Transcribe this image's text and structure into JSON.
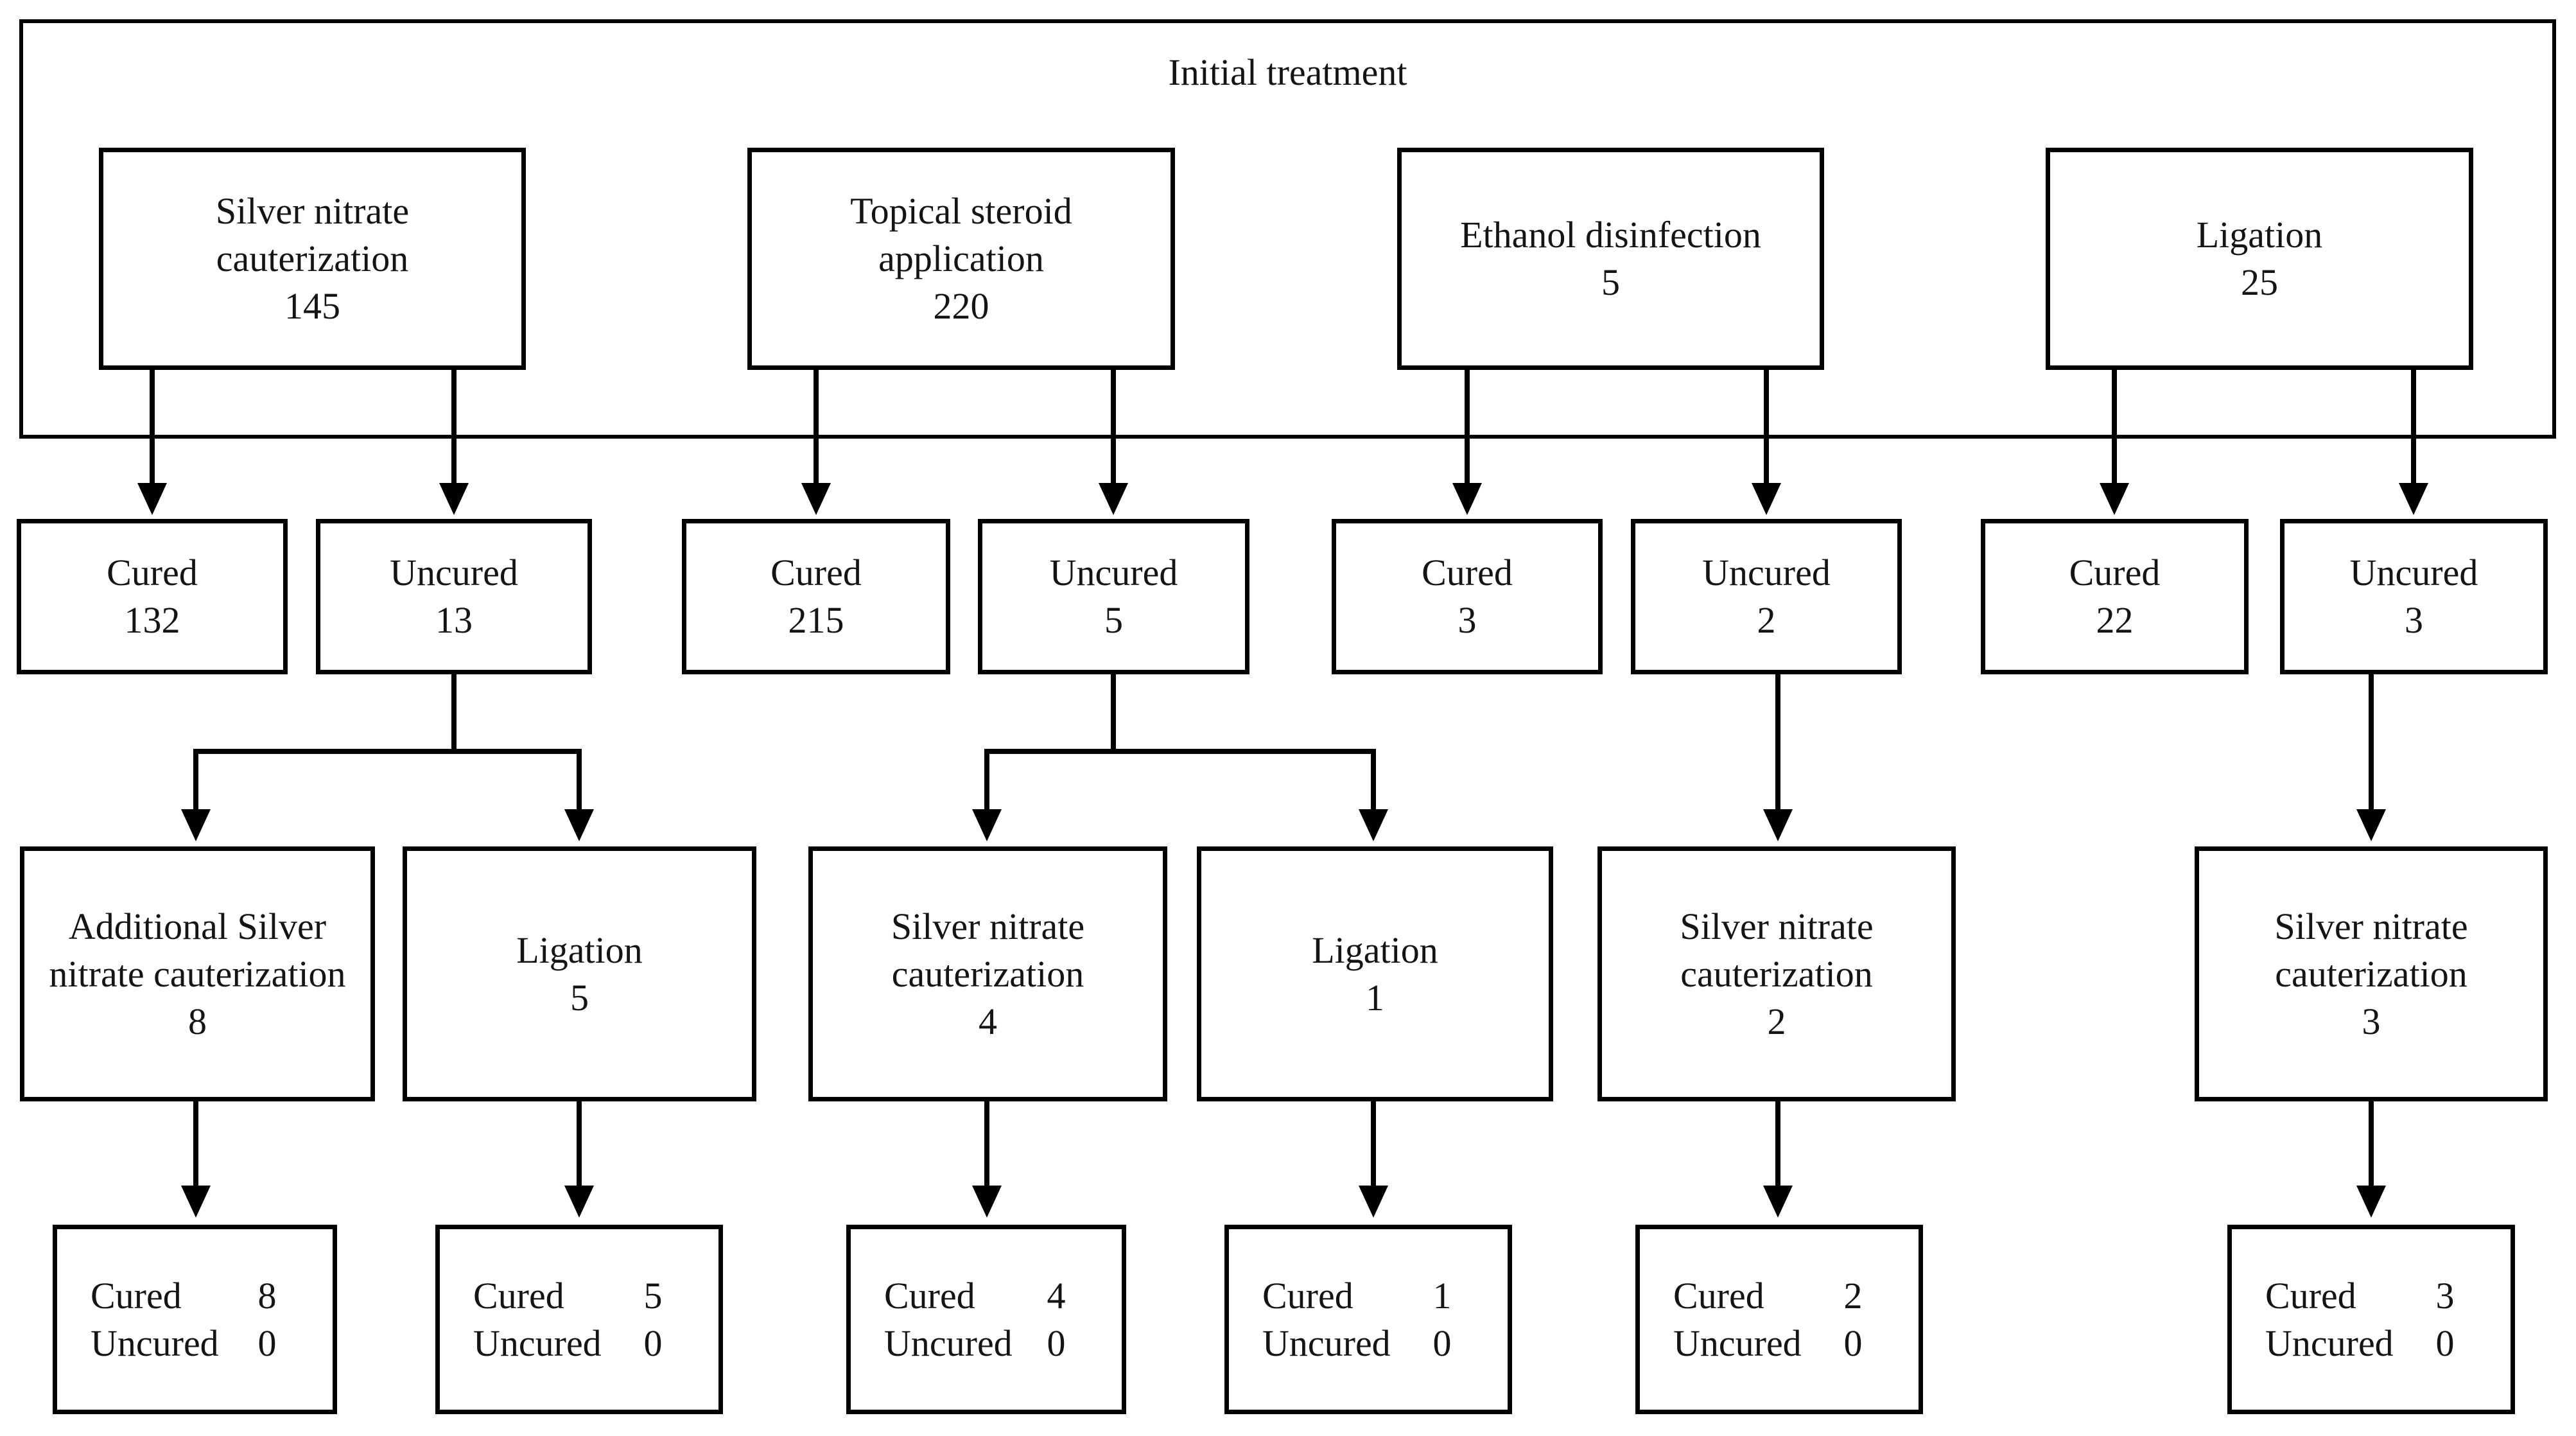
{
  "title": "Initial treatment",
  "level1": [
    {
      "label": "Silver nitrate cauterization",
      "count": "145"
    },
    {
      "label": "Topical steroid application",
      "count": "220"
    },
    {
      "label": "Ethanol disinfection",
      "count": "5"
    },
    {
      "label": "Ligation",
      "count": "25"
    }
  ],
  "level2": [
    {
      "label": "Cured",
      "count": "132"
    },
    {
      "label": "Uncured",
      "count": "13"
    },
    {
      "label": "Cured",
      "count": "215"
    },
    {
      "label": "Uncured",
      "count": "5"
    },
    {
      "label": "Cured",
      "count": "3"
    },
    {
      "label": "Uncured",
      "count": "2"
    },
    {
      "label": "Cured",
      "count": "22"
    },
    {
      "label": "Uncured",
      "count": "3"
    }
  ],
  "level3": [
    {
      "label": "Additional Silver nitrate cauterization",
      "count": "8"
    },
    {
      "label": "Ligation",
      "count": "5"
    },
    {
      "label": "Silver nitrate cauterization",
      "count": "4"
    },
    {
      "label": "Ligation",
      "count": "1"
    },
    {
      "label": "Silver nitrate cauterization",
      "count": "2"
    },
    {
      "label": "Silver nitrate cauterization",
      "count": "3"
    }
  ],
  "level4": [
    {
      "cured_label": "Cured",
      "cured_count": "8",
      "uncured_label": "Uncured",
      "uncured_count": "0"
    },
    {
      "cured_label": "Cured",
      "cured_count": "5",
      "uncured_label": "Uncured",
      "uncured_count": "0"
    },
    {
      "cured_label": "Cured",
      "cured_count": "4",
      "uncured_label": "Uncured",
      "uncured_count": "0"
    },
    {
      "cured_label": "Cured",
      "cured_count": "1",
      "uncured_label": "Uncured",
      "uncured_count": "0"
    },
    {
      "cured_label": "Cured",
      "cured_count": "2",
      "uncured_label": "Uncured",
      "uncured_count": "0"
    },
    {
      "cured_label": "Cured",
      "cured_count": "3",
      "uncured_label": "Uncured",
      "uncured_count": "0"
    }
  ],
  "line_color": "#000000"
}
